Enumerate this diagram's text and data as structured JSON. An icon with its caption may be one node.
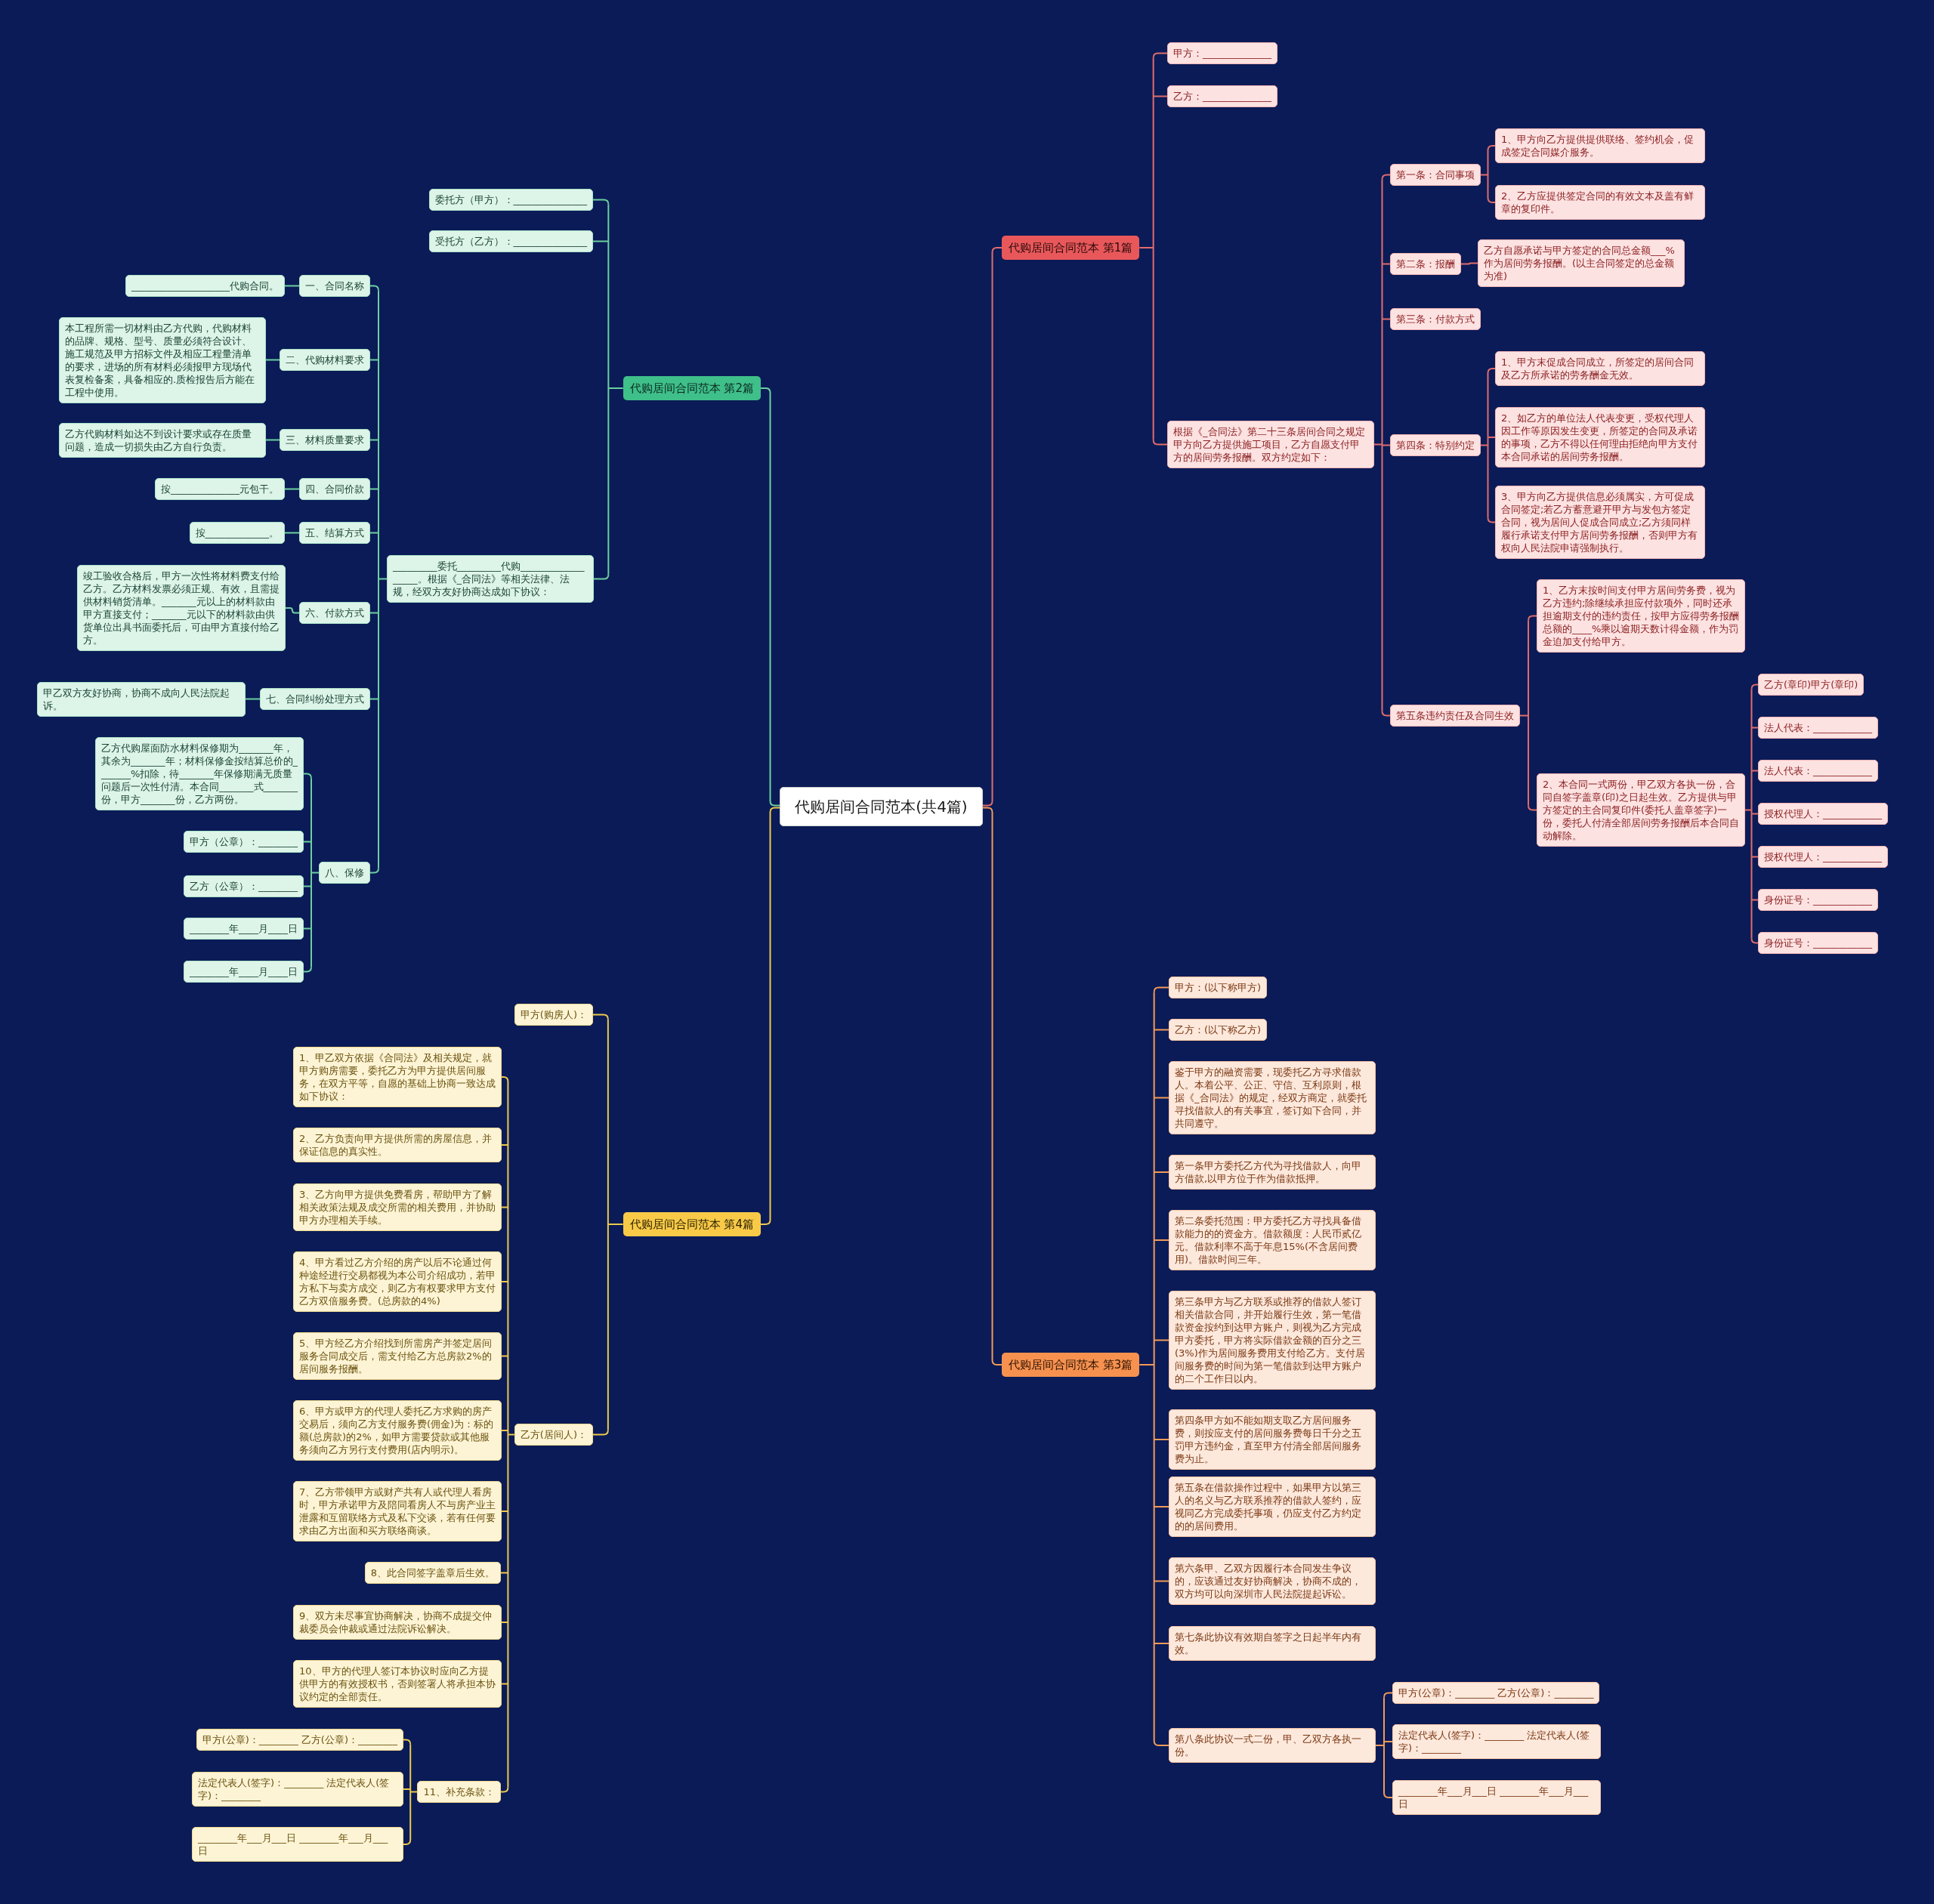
{
  "diagram": {
    "nodes": [
      {
        "text": [
          "代购居间合同范本(共4篇)"
        ]
      },
      {
        "text": [
          "代购居间合同范本 第1篇"
        ]
      },
      {
        "text": [
          "甲方：______________"
        ]
      },
      {
        "text": [
          "乙方：______________"
        ]
      },
      {
        "text": [
          "根据《_合同法》第二十三条居间合同之规定甲方向乙方提供施工项目，乙方自愿支付甲方的居间劳务报酬。双方约定如下："
        ]
      },
      {
        "text": [
          "第一条：合同事项"
        ]
      },
      {
        "text": [
          "1、甲方向乙方提供提供联络、签约机会，促成签定合同媒介服务。"
        ]
      },
      {
        "text": [
          "2、乙方应提供签定合同的有效文本及盖有鲜章的复印件。"
        ]
      },
      {
        "text": [
          "第二条：报酬"
        ]
      },
      {
        "text": [
          "乙方自愿承诺与甲方签定的合同总金额___%作为居间劳务报酬。(以主合同签定的总金额为准)"
        ]
      },
      {
        "text": [
          "第三条：付款方式"
        ]
      },
      {
        "text": [
          "第四条：特别约定"
        ]
      },
      {
        "text": [
          "1、甲方末促成合同成立，所签定的居间合同及乙方所承诺的劳务酬金无效。"
        ]
      },
      {
        "text": [
          "2、如乙方的单位法人代表变更，受权代理人因工作等原因发生变更，所签定的合同及承诺的事项，乙方不得以任何理由拒绝向甲方支付本合同承诺的居间劳务报酬。"
        ]
      },
      {
        "text": [
          "3、甲方向乙方提供信息必须属实，方可促成合同签定;若乙方蓄意避开甲方与发包方签定合同，视为居间人促成合同成立;乙方须同样履行承诺支付甲方居间劳务报酬，否则甲方有权向人民法院申请强制执行。"
        ]
      },
      {
        "text": [
          "第五条违约责任及合同生效"
        ]
      },
      {
        "text": [
          "1、乙方末按时间支付甲方居间劳务费，视为乙方违约;除继续承担应付款项外，同时还承担逾期支付的违约责任，按甲方应得劳务报酬总额的____%乘以逾期天数计得金额，作为罚金迫加支付给甲方。"
        ]
      },
      {
        "text": [
          "2、本合同一式两份，甲乙双方各执一份，合同自签字盖章(印)之日起生效。乙方提供与甲方签定的主合同复印件(委托人盖章签字)一份，委托人付清全部居间劳务报酬后本合同自动解除。"
        ]
      },
      {
        "text": [
          "乙方(章印)甲方(章印)"
        ]
      },
      {
        "text": [
          "法人代表：____________"
        ]
      },
      {
        "text": [
          "法人代表：____________"
        ]
      },
      {
        "text": [
          "授权代理人：____________"
        ]
      },
      {
        "text": [
          "授权代理人：____________"
        ]
      },
      {
        "text": [
          "身份证号：____________"
        ]
      },
      {
        "text": [
          "身份证号：____________"
        ]
      },
      {
        "text": [
          "代购居间合同范本 第2篇"
        ]
      },
      {
        "text": [
          "委托方（甲方）：_______________"
        ]
      },
      {
        "text": [
          "受托方（乙方）：_______________"
        ]
      },
      {
        "text": [
          "_________委托_________代购__________________。根据《_合同法》等相关法律、法规，经双方友好协商达成如下协议："
        ]
      },
      {
        "text": [
          "一、合同名称"
        ]
      },
      {
        "text": [
          "____________________代购合同。"
        ]
      },
      {
        "text": [
          "二、代购材料要求"
        ]
      },
      {
        "text": [
          "本工程所需一切材料由乙方代购，代购材料的品牌、规格、型号、质量必须符合设计、施工规范及甲方招标文件及相应工程量清单的要求，进场的所有材料必须报甲方现场代表复检备案，具备相应的.质检报告后方能在工程中使用。"
        ]
      },
      {
        "text": [
          "三、材料质量要求"
        ]
      },
      {
        "text": [
          "乙方代购材料如达不到设计要求或存在质量问题，造成一切损失由乙方自行负责。"
        ]
      },
      {
        "text": [
          "四、合同价款"
        ]
      },
      {
        "text": [
          "按______________元包干。"
        ]
      },
      {
        "text": [
          "五、结算方式"
        ]
      },
      {
        "text": [
          "按_____________。"
        ]
      },
      {
        "text": [
          "六、付款方式"
        ]
      },
      {
        "text": [
          "竣工验收合格后，甲方一次性将材料费支付给乙方。乙方材料发票必须正规、有效，且需提供材料销货清单。_______元以上的材料款由甲方直接支付；_______元以下的材料款由供货单位出具书面委托后，可由甲方直接付给乙方。"
        ]
      },
      {
        "text": [
          "七、合同纠纷处理方式"
        ]
      },
      {
        "text": [
          "甲乙双方友好协商，协商不成向人民法院起诉。"
        ]
      },
      {
        "text": [
          "八、保修"
        ]
      },
      {
        "text": [
          "乙方代购屋面防水材料保修期为_______年，其余为_______年；材料保修金按结算总价的_______%扣除，待_______年保修期满无质量问题后一次性付清。本合同_______式_______份，甲方_______份，乙方两份。"
        ]
      },
      {
        "text": [
          "甲方（公章）：________"
        ]
      },
      {
        "text": [
          "乙方（公章）：________"
        ]
      },
      {
        "text": [
          "________年____月____日"
        ]
      },
      {
        "text": [
          "________年____月____日"
        ]
      },
      {
        "text": [
          "代购居间合同范本 第3篇"
        ]
      },
      {
        "text": [
          "甲方：(以下称甲方)"
        ]
      },
      {
        "text": [
          "乙方：(以下称乙方)"
        ]
      },
      {
        "text": [
          "鉴于甲方的融资需要，现委托乙方寻求借款人。本着公平、公正、守信、互利原则，根据《_合同法》的规定，经双方商定，就委托寻找借款人的有关事宜，签订如下合同，并共同遵守。"
        ]
      },
      {
        "text": [
          "第一条甲方委托乙方代为寻找借款人，向甲方借款,以甲方位于作为借款抵押。"
        ]
      },
      {
        "text": [
          "第二条委托范围：甲方委托乙方寻找具备借款能力的的资金方。借款额度：人民币贰亿元。借款利率不高于年息15%(不含居间费用)。借款时间三年。"
        ]
      },
      {
        "text": [
          "第三条甲方与乙方联系或推荐的借款人签订相关借款合同，并开始履行生效，第一笔借款资金按约到达甲方账户，则视为乙方完成甲方委托，甲方将实际借款金额的百分之三(3%)作为居间服务费用支付给乙方。支付居间服务费的时间为第一笔借款到达甲方账户的二个工作日以内。"
        ]
      },
      {
        "text": [
          "第四条甲方如不能如期支取乙方居间服务费，则按应支付的居间服务费每日千分之五罚甲方违约金，直至甲方付清全部居间服务费为止。"
        ]
      },
      {
        "text": [
          "第五条在借款操作过程中，如果甲方以第三人的名义与乙方联系推荐的借款人签约，应视同乙方完成委托事项，仍应支付乙方约定的的居间费用。"
        ]
      },
      {
        "text": [
          "第六条甲、乙双方因履行本合同发生争议的，应该通过友好协商解决，协商不成的，双方均可以向深圳市人民法院提起诉讼。"
        ]
      },
      {
        "text": [
          "第七条此协议有效期自签字之日起半年内有效。"
        ]
      },
      {
        "text": [
          "第八条此协议一式二份，甲、乙双方各执一份。"
        ]
      },
      {
        "text": [
          "甲方(公章)：________ 乙方(公章)：________"
        ]
      },
      {
        "text": [
          "法定代表人(签字)：________ 法定代表人(签字)：________"
        ]
      },
      {
        "text": [
          "________年___月___日 ________年___月___日"
        ]
      },
      {
        "text": [
          "代购居间合同范本 第4篇"
        ]
      },
      {
        "text": [
          "甲方(购房人)："
        ]
      },
      {
        "text": [
          "乙方(居间人)："
        ]
      },
      {
        "text": [
          "1、甲乙双方依据《合同法》及相关规定，就甲方购房需要，委托乙方为甲方提供居间服务，在双方平等，自愿的基础上协商一致达成如下协议："
        ]
      },
      {
        "text": [
          "2、乙方负责向甲方提供所需的房屋信息，并保证信息的真实性。"
        ]
      },
      {
        "text": [
          "3、乙方向甲方提供免费看房，帮助甲方了解相关政策法规及成交所需的相关费用，并协助甲方办理相关手续。"
        ]
      },
      {
        "text": [
          "4、甲方看过乙方介绍的房产以后不论通过何种途经进行交易都视为本公司介绍成功，若甲方私下与卖方成交，则乙方有权要求甲方支付乙方双倍服务费。(总房款的4%)"
        ]
      },
      {
        "text": [
          "5、甲方经乙方介绍找到所需房产并签定居间服务合同成交后，需支付给乙方总房款2%的居间服务报酬。"
        ]
      },
      {
        "text": [
          "6、甲方或甲方的代理人委托乙方求购的房产交易后，须向乙方支付服务费(佣金)为：标的额(总房款)的2%，如甲方需要贷款或其他服务须向乙方另行支付费用(店内明示)。"
        ]
      },
      {
        "text": [
          "7、乙方带领甲方或财产共有人或代理人看房时，甲方承诺甲方及陪同看房人不与房产业主泄露和互留联络方式及私下交谈，若有任何要求由乙方出面和买方联络商谈。"
        ]
      },
      {
        "text": [
          "8、此合同签字盖章后生效。"
        ]
      },
      {
        "text": [
          "9、双方未尽事宜协商解决，协商不成提交仲裁委员会仲裁或通过法院诉讼解决。"
        ]
      },
      {
        "text": [
          "10、甲方的代理人签订本协议时应向乙方提供甲方的有效授权书，否则签署人将承担本协议约定的全部责任。"
        ]
      },
      {
        "text": [
          "11、补充条款："
        ]
      },
      {
        "text": [
          "甲方(公章)：________ 乙方(公章)：________"
        ]
      },
      {
        "text": [
          "法定代表人(签字)：________ 法定代表人(签字)：________"
        ]
      },
      {
        "text": [
          "________年___月___日 ________年___月___日"
        ]
      }
    ],
    "edges": [
      {
        "from": 0,
        "to": 1,
        "arrow": "none"
      },
      {
        "from": 1,
        "to": 2,
        "arrow": "none"
      },
      {
        "from": 1,
        "to": 3,
        "arrow": "none"
      },
      {
        "from": 1,
        "to": 4,
        "arrow": "none"
      },
      {
        "from": 4,
        "to": 5,
        "arrow": "none"
      },
      {
        "from": 5,
        "to": 6,
        "arrow": "none"
      },
      {
        "from": 5,
        "to": 7,
        "arrow": "none"
      },
      {
        "from": 4,
        "to": 8,
        "arrow": "none"
      },
      {
        "from": 8,
        "to": 9,
        "arrow": "none"
      },
      {
        "from": 4,
        "to": 10,
        "arrow": "none"
      },
      {
        "from": 4,
        "to": 11,
        "arrow": "none"
      },
      {
        "from": 11,
        "to": 12,
        "arrow": "none"
      },
      {
        "from": 11,
        "to": 13,
        "arrow": "none"
      },
      {
        "from": 11,
        "to": 14,
        "arrow": "none"
      },
      {
        "from": 4,
        "to": 15,
        "arrow": "none"
      },
      {
        "from": 15,
        "to": 16,
        "arrow": "none"
      },
      {
        "from": 15,
        "to": 17,
        "arrow": "none"
      },
      {
        "from": 17,
        "to": 18,
        "arrow": "none"
      },
      {
        "from": 17,
        "to": 19,
        "arrow": "none"
      },
      {
        "from": 17,
        "to": 20,
        "arrow": "none"
      },
      {
        "from": 17,
        "to": 21,
        "arrow": "none"
      },
      {
        "from": 17,
        "to": 22,
        "arrow": "none"
      },
      {
        "from": 17,
        "to": 23,
        "arrow": "none"
      },
      {
        "from": 17,
        "to": 24,
        "arrow": "none"
      },
      {
        "from": 0,
        "to": 25,
        "arrow": "none",
        "color": "#6ccf9f"
      },
      {
        "from": 25,
        "to": 26,
        "arrow": "none",
        "color": "#6ccf9f"
      },
      {
        "from": 25,
        "to": 27,
        "arrow": "none",
        "color": "#6ccf9f"
      },
      {
        "from": 25,
        "to": 28,
        "arrow": "none",
        "color": "#6ccf9f"
      },
      {
        "from": 28,
        "to": 29,
        "arrow": "none",
        "color": "#6ccf9f"
      },
      {
        "from": 29,
        "to": 30,
        "arrow": "none",
        "color": "#6ccf9f"
      },
      {
        "from": 28,
        "to": 31,
        "arrow": "none",
        "color": "#6ccf9f"
      },
      {
        "from": 31,
        "to": 32,
        "arrow": "none",
        "color": "#6ccf9f"
      },
      {
        "from": 28,
        "to": 33,
        "arrow": "none",
        "color": "#6ccf9f"
      },
      {
        "from": 33,
        "to": 34,
        "arrow": "none",
        "color": "#6ccf9f"
      },
      {
        "from": 28,
        "to": 35,
        "arrow": "none",
        "color": "#6ccf9f"
      },
      {
        "from": 35,
        "to": 36,
        "arrow": "none",
        "color": "#6ccf9f"
      },
      {
        "from": 28,
        "to": 37,
        "arrow": "none",
        "color": "#6ccf9f"
      },
      {
        "from": 37,
        "to": 38,
        "arrow": "none",
        "color": "#6ccf9f"
      },
      {
        "from": 28,
        "to": 39,
        "arrow": "none",
        "color": "#6ccf9f"
      },
      {
        "from": 39,
        "to": 40,
        "arrow": "none",
        "color": "#6ccf9f"
      },
      {
        "from": 28,
        "to": 41,
        "arrow": "none",
        "color": "#6ccf9f"
      },
      {
        "from": 41,
        "to": 42,
        "arrow": "none",
        "color": "#6ccf9f"
      },
      {
        "from": 28,
        "to": 43,
        "arrow": "none",
        "color": "#6ccf9f"
      },
      {
        "from": 43,
        "to": 44,
        "arrow": "none",
        "color": "#6ccf9f"
      },
      {
        "from": 43,
        "to": 45,
        "arrow": "none",
        "color": "#6ccf9f"
      },
      {
        "from": 43,
        "to": 46,
        "arrow": "none",
        "color": "#6ccf9f"
      },
      {
        "from": 43,
        "to": 47,
        "arrow": "none",
        "color": "#6ccf9f"
      },
      {
        "from": 43,
        "to": 48,
        "arrow": "none",
        "color": "#6ccf9f"
      },
      {
        "from": 0,
        "to": 49,
        "arrow": "none",
        "color": "#f29a58"
      },
      {
        "from": 49,
        "to": 50,
        "arrow": "none",
        "color": "#f29a58"
      },
      {
        "from": 49,
        "to": 51,
        "arrow": "none",
        "color": "#f29a58"
      },
      {
        "from": 49,
        "to": 52,
        "arrow": "none",
        "color": "#f29a58"
      },
      {
        "from": 49,
        "to": 53,
        "arrow": "none",
        "color": "#f29a58"
      },
      {
        "from": 49,
        "to": 54,
        "arrow": "none",
        "color": "#f29a58"
      },
      {
        "from": 49,
        "to": 55,
        "arrow": "none",
        "color": "#f29a58"
      },
      {
        "from": 49,
        "to": 56,
        "arrow": "none",
        "color": "#f29a58"
      },
      {
        "from": 49,
        "to": 57,
        "arrow": "none",
        "color": "#f29a58"
      },
      {
        "from": 49,
        "to": 58,
        "arrow": "none",
        "color": "#f29a58"
      },
      {
        "from": 49,
        "to": 59,
        "arrow": "none",
        "color": "#f29a58"
      },
      {
        "from": 49,
        "to": 60,
        "arrow": "none",
        "color": "#f29a58"
      },
      {
        "from": 60,
        "to": 61,
        "arrow": "none",
        "color": "#f29a58"
      },
      {
        "from": 60,
        "to": 62,
        "arrow": "none",
        "color": "#f29a58"
      },
      {
        "from": 60,
        "to": 63,
        "arrow": "none",
        "color": "#f29a58"
      },
      {
        "from": 0,
        "to": 64,
        "arrow": "none",
        "color": "#eec94c"
      },
      {
        "from": 64,
        "to": 65,
        "arrow": "none",
        "color": "#eec94c"
      },
      {
        "from": 64,
        "to": 66,
        "arrow": "none",
        "color": "#eec94c"
      },
      {
        "from": 66,
        "to": 67,
        "arrow": "none",
        "color": "#eec94c"
      },
      {
        "from": 66,
        "to": 68,
        "arrow": "none",
        "color": "#eec94c"
      },
      {
        "from": 66,
        "to": 69,
        "arrow": "none",
        "color": "#eec94c"
      },
      {
        "from": 66,
        "to": 70,
        "arrow": "none",
        "color": "#eec94c"
      },
      {
        "from": 66,
        "to": 71,
        "arrow": "none",
        "color": "#eec94c"
      },
      {
        "from": 66,
        "to": 72,
        "arrow": "none",
        "color": "#eec94c"
      },
      {
        "from": 66,
        "to": 73,
        "arrow": "none",
        "color": "#eec94c"
      },
      {
        "from": 66,
        "to": 74,
        "arrow": "none",
        "color": "#eec94c"
      },
      {
        "from": 66,
        "to": 75,
        "arrow": "none",
        "color": "#eec94c"
      },
      {
        "from": 66,
        "to": 76,
        "arrow": "none",
        "color": "#eec94c"
      },
      {
        "from": 66,
        "to": 77,
        "arrow": "none",
        "color": "#eec94c"
      },
      {
        "from": 77,
        "to": 78,
        "arrow": "none",
        "color": "#eec94c"
      },
      {
        "from": 77,
        "to": 79,
        "arrow": "none",
        "color": "#eec94c"
      },
      {
        "from": 77,
        "to": 80,
        "arrow": "none",
        "color": "#eec94c"
      }
    ]
  }
}
